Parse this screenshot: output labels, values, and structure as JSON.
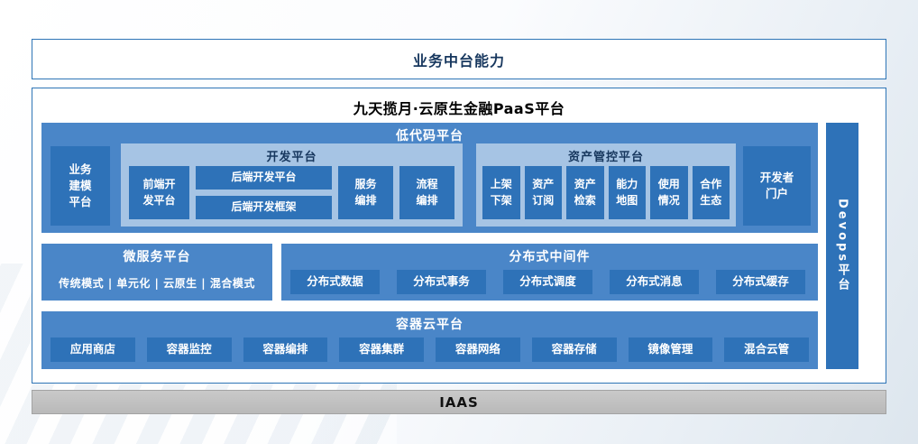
{
  "colors": {
    "section_blue": "#4a86c8",
    "item_blue": "#2e72b8",
    "panel_light_blue": "#a6c4e4",
    "navy_text": "#17375e",
    "border_blue": "#2e75b6",
    "iaas_gray": "#bfbfbf"
  },
  "banner": {
    "label": "业务中台能力"
  },
  "platform": {
    "title": "九天揽月·云原生金融PaaS平台"
  },
  "low_code": {
    "title": "低代码平台",
    "business_modeling": "业务\n建模\n平台",
    "dev_platform": {
      "title": "开发平台",
      "frontend": "前端开\n发平台",
      "backend_platform": "后端开发平台",
      "backend_framework": "后端开发框架",
      "service_orchestration": "服务\n编排",
      "process_orchestration": "流程\n编排"
    },
    "asset_platform": {
      "title": "资产管控平台",
      "items": [
        "上架\n下架",
        "资产\n订阅",
        "资产\n检索",
        "能力\n地图",
        "使用\n情况",
        "合作\n生态"
      ]
    },
    "developer_portal": "开发者\n门户"
  },
  "microservice": {
    "title": "微服务平台",
    "modes": "传统模式 | 单元化 | 云原生 | 混合模式"
  },
  "middleware": {
    "title": "分布式中间件",
    "items": [
      "分布式数据",
      "分布式事务",
      "分布式调度",
      "分布式消息",
      "分布式缓存"
    ]
  },
  "container": {
    "title": "容器云平台",
    "items": [
      "应用商店",
      "容器监控",
      "容器编排",
      "容器集群",
      "容器网络",
      "容器存储",
      "镜像管理",
      "混合云管"
    ]
  },
  "devops": {
    "label": "Devops平台"
  },
  "iaas": {
    "label": "IAAS"
  }
}
